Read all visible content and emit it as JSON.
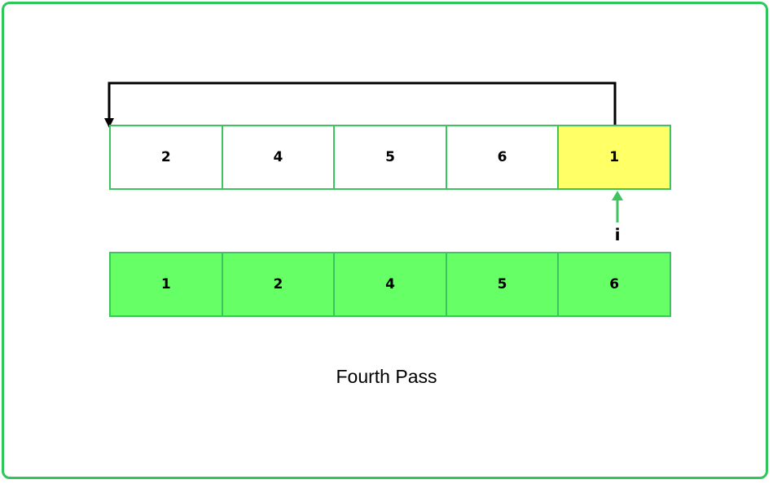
{
  "top_row": [
    {
      "value": "2",
      "state": "plain"
    },
    {
      "value": "4",
      "state": "plain"
    },
    {
      "value": "5",
      "state": "plain"
    },
    {
      "value": "6",
      "state": "plain"
    },
    {
      "value": "1",
      "state": "highlight"
    }
  ],
  "bottom_row": [
    {
      "value": "1",
      "state": "sorted"
    },
    {
      "value": "2",
      "state": "sorted"
    },
    {
      "value": "4",
      "state": "sorted"
    },
    {
      "value": "5",
      "state": "sorted"
    },
    {
      "value": "6",
      "state": "sorted"
    }
  ],
  "pointer_label": "i",
  "caption": "Fourth Pass",
  "colors": {
    "border": "#2fc65a",
    "highlight": "#ffff66",
    "sorted": "#66ff66",
    "pointer_arrow": "#3fc35e",
    "move_arrow": "#000000"
  }
}
